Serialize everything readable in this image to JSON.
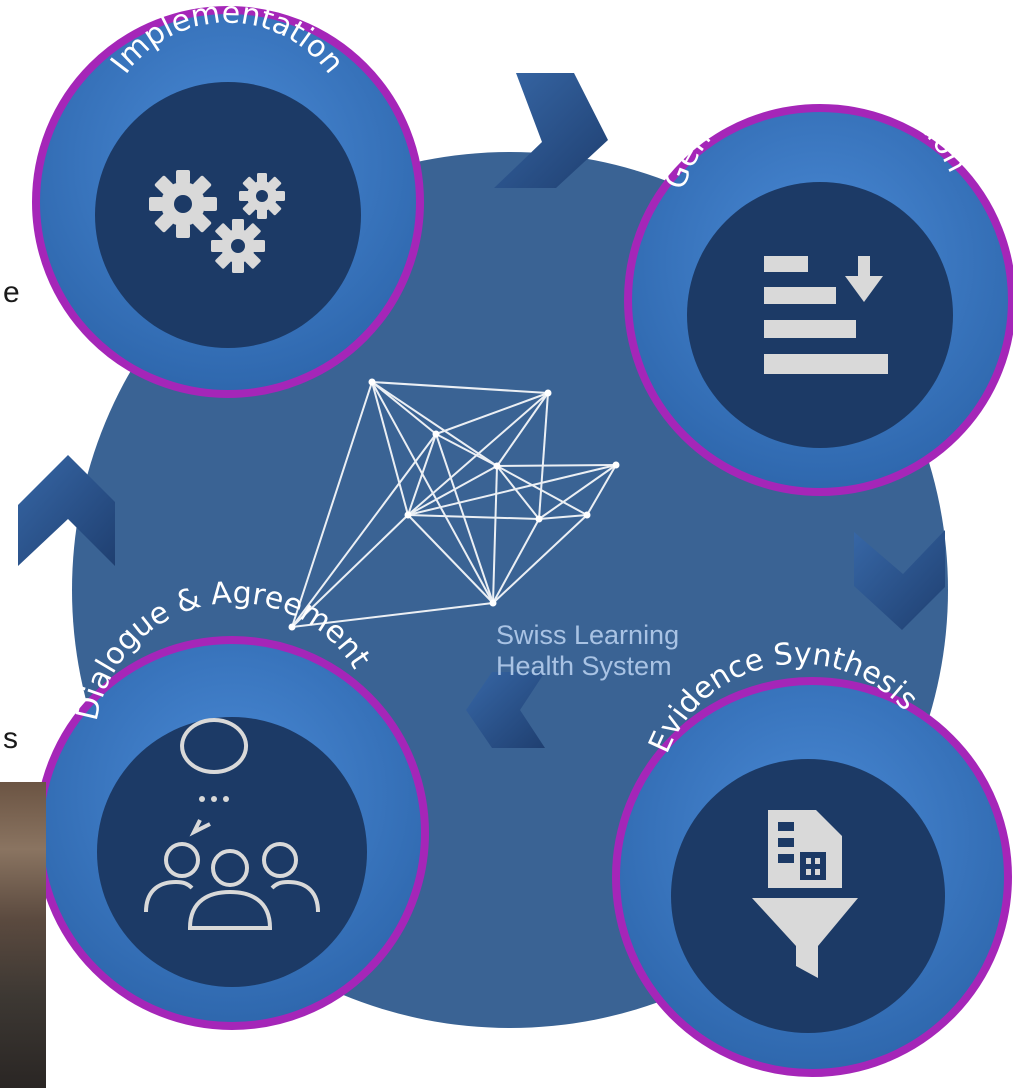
{
  "hub": {
    "line1": "Swiss Learning",
    "line2": "Health System",
    "color": "#3a6394"
  },
  "stages": [
    {
      "title": "Implementation",
      "icon": "gears-icon"
    },
    {
      "title": "Generation & Selection",
      "icon": "ranked-list-icon"
    },
    {
      "title": "Evidence Synthesis",
      "icon": "document-filter-icon"
    },
    {
      "title": "Dialogue & Agreement",
      "icon": "group-discussion-icon"
    }
  ],
  "edge_fragments": {
    "upper": "e",
    "lower": "s"
  },
  "colors": {
    "ring": "#a526b8",
    "circle_outer": "#3b7bc8",
    "circle_inner": "#1c3a66",
    "icon": "#d9d9d9",
    "arrow": "#2b5189"
  }
}
